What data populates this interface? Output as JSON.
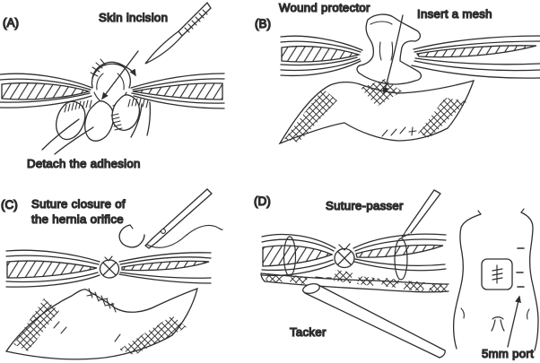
{
  "figure": {
    "kind": "surgical-procedure-line-diagram",
    "background_color": "#ffffff",
    "line_color": "#2d2d2d",
    "text_color": "#454545"
  },
  "panels": {
    "a": {
      "label": "(A)",
      "top_caption": "Skin incision",
      "bottom_caption": "Detach the adhesion",
      "drawings": [
        "scalpel",
        "abdominal-wall-cross-section",
        "hernia-sac",
        "bowel-loops-with-adhesions",
        "incision-arrow"
      ]
    },
    "b": {
      "label": "(B)",
      "left_caption": "Wound protector",
      "right_caption": "Insert a mesh",
      "drawings": [
        "abdominal-wall-cross-section",
        "wound-protector",
        "mesh-sheet",
        "insertion-arrow"
      ]
    },
    "c": {
      "label": "(C)",
      "caption_line1": "Suture closure of",
      "caption_line2": "the hernia orifice",
      "drawings": [
        "needle-holder",
        "curved-needle",
        "suture-thread",
        "closed-hernia-orifice-knot",
        "mesh-sheet"
      ]
    },
    "d": {
      "label": "(D)",
      "top_caption": "Suture-passer",
      "bottom_caption": "Tacker",
      "port_caption": "5mm port",
      "drawings": [
        "suture-passer",
        "tacker",
        "closed-wall-with-transfascial-sutures",
        "fixed-mesh-strip",
        "torso-with-mesh-and-ports"
      ]
    }
  }
}
